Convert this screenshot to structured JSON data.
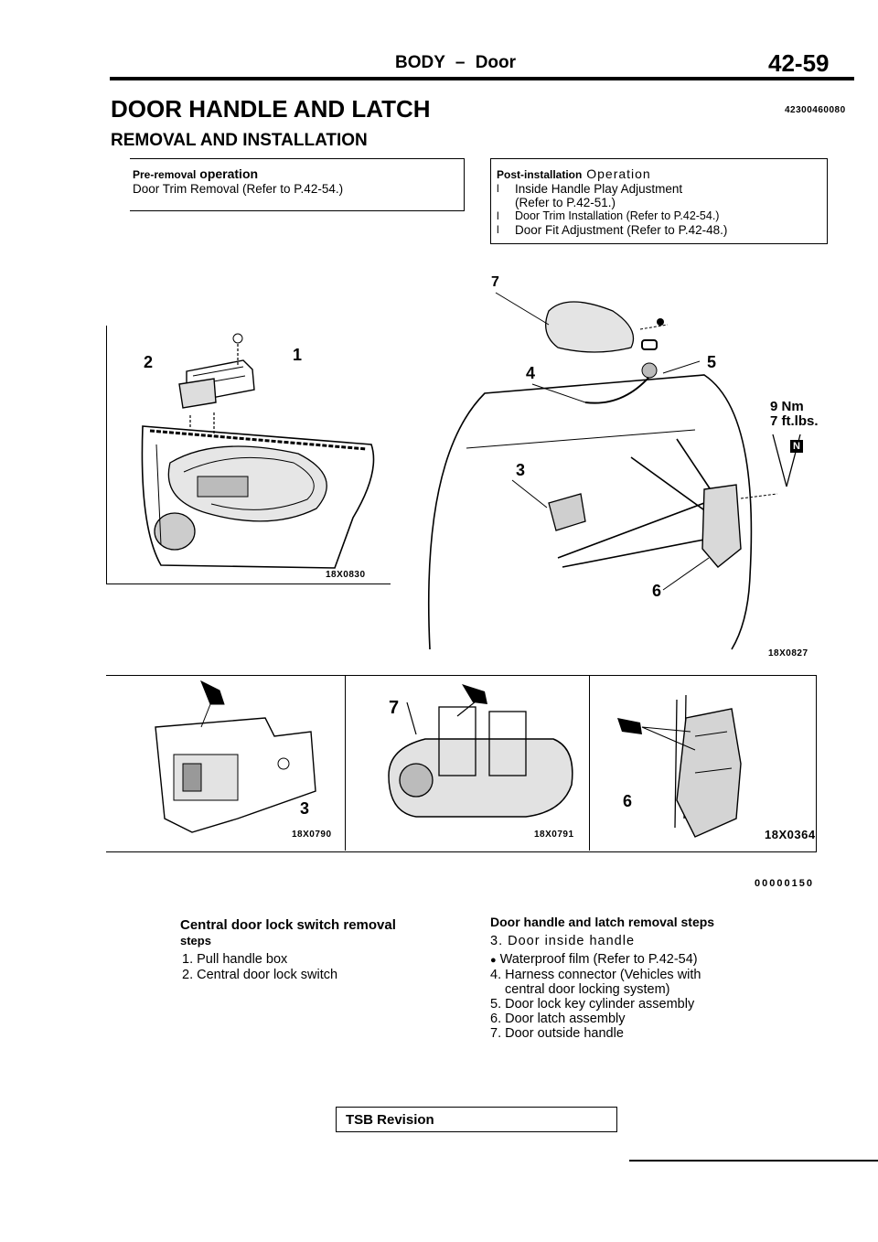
{
  "header": {
    "section": "BODY",
    "dash": "–",
    "subsection": "Door",
    "page_number": "42-59"
  },
  "title": {
    "main": "DOOR HANDLE AND LATCH",
    "code": "42300460080",
    "subtitle": "REMOVAL AND INSTALLATION"
  },
  "pre_removal": {
    "heading_prefix": "Pre-removal",
    "heading_suffix": " operation",
    "line": "Door Trim Removal (Refer to P.42-54.)"
  },
  "post_installation": {
    "heading_prefix": "Post-installation",
    "heading_suffix": " Operation",
    "items": [
      "Inside Handle Play Adjustment",
      "Door Trim Installation (Refer to P.42-54.)",
      "Door Fit Adjustment (Refer to P.42-48.)"
    ],
    "item1_ref": "(Refer to P.42-51.)"
  },
  "figures": {
    "switch_fig_code": "18X0830",
    "door_fig_code": "18X0827",
    "handle_fig_code": "18X0790",
    "outside_fig_code": "18X0791",
    "latch_fig_code": "18X0364",
    "torque_nm": "9 Nm",
    "torque_ftlbs": "7 ft.lbs.",
    "torque_marker": "N",
    "callouts": [
      "1",
      "2",
      "3",
      "4",
      "5",
      "6",
      "7"
    ]
  },
  "group_code": "00000150",
  "central_switch": {
    "heading": "Central door lock switch removal",
    "heading2": "steps",
    "steps": [
      "1. Pull handle box",
      "2. Central door lock switch"
    ]
  },
  "door_handle": {
    "heading": "Door handle and latch removal steps",
    "steps": [
      "3. Door inside handle",
      "Waterproof film (Refer to P.42-54)",
      "4. Harness connector (Vehicles with",
      "central door locking system)",
      "5. Door lock key cylinder assembly",
      "6. Door latch assembly",
      "7. Door outside handle"
    ]
  },
  "footer": {
    "tsb": "TSB Revision"
  }
}
